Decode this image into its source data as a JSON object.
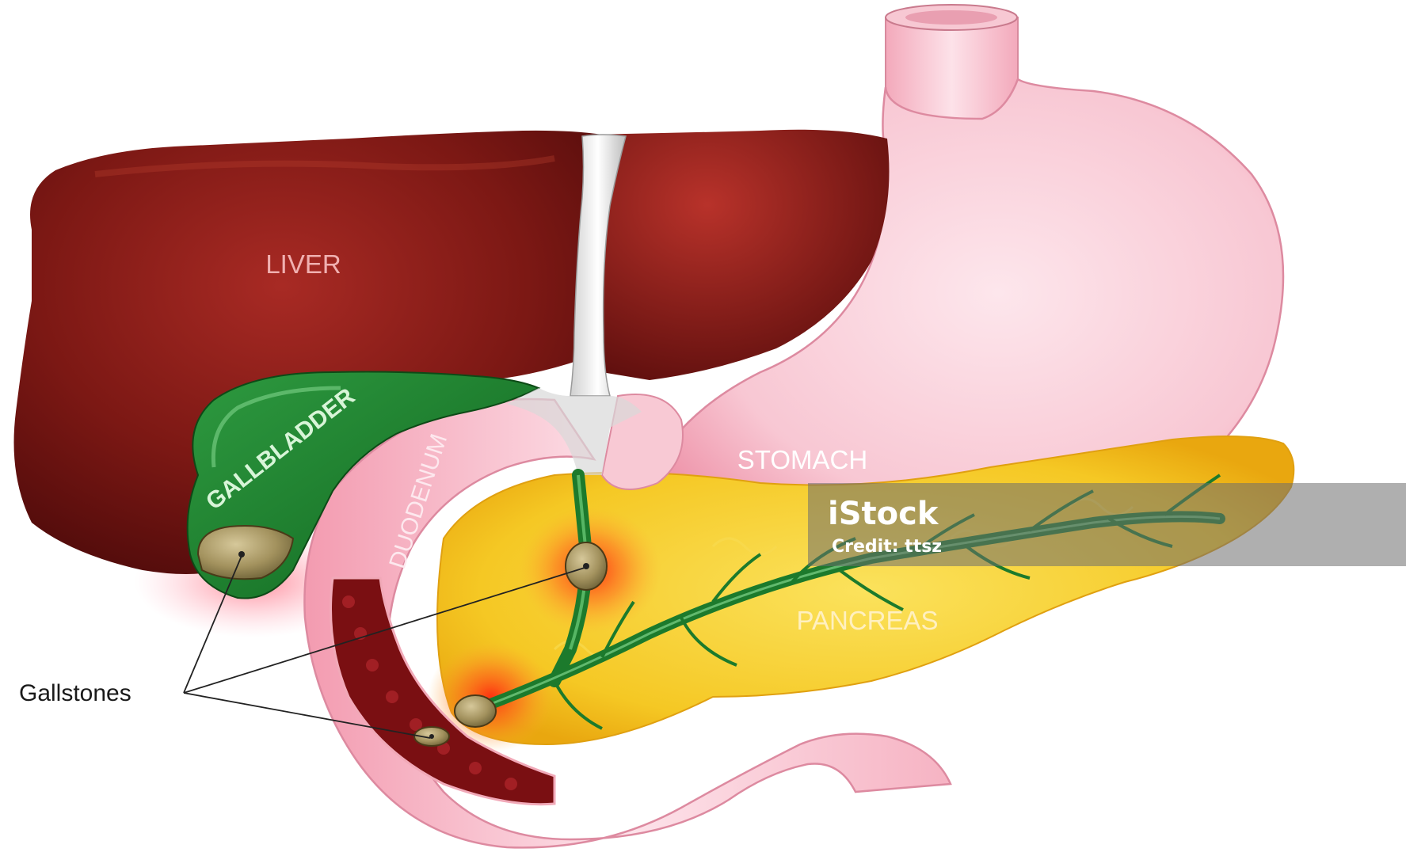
{
  "labels": {
    "liver": "LIVER",
    "gallbladder": "GALLBLADDER",
    "duodenum": "DUODENUM",
    "stomach": "STOMACH",
    "pancreas": "PANCREAS",
    "gallstones": "Gallstones"
  },
  "watermark": {
    "brand": "iStock",
    "credit": "Credit: ttsz"
  },
  "colors": {
    "liver": "#7a1414",
    "stomach": "#f6b8c6",
    "pancreas": "#f4c21e",
    "gallbladder": "#1f7a2f",
    "duodenum": "#f7c3cf",
    "inflammation": "#ff3a1a",
    "gallstone": "#8a7a4a"
  }
}
